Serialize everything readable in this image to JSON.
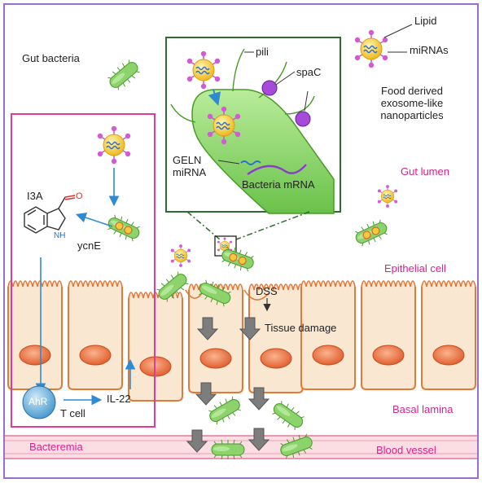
{
  "labels": {
    "gut_bacteria": "Gut bacteria",
    "pili": "pili",
    "spac": "spaC",
    "lipid": "Lipid",
    "mirnas": "miRNAs",
    "food_derived_1": "Food derived",
    "food_derived_2": "exosome-like",
    "food_derived_3": "nanoparticles",
    "geln_1": "GELN",
    "geln_2": "miRNA",
    "bacteria_mrna": "Bacteria mRNA",
    "gut_lumen": "Gut lumen",
    "i3a": "I3A",
    "nh": "NH",
    "ycne": "ycnE",
    "epithelial_cell": "Epithelial cell",
    "dss": "DSS",
    "tissue_damage": "Tissue damage",
    "ahr": "AhR",
    "t_cell": "T cell",
    "il22": "IL-22",
    "basal_lamina": "Basal lamina",
    "bacteremia": "Bacteremia",
    "blood_vessel": "Blood vessel"
  },
  "colors": {
    "frame": "#9b6fc8",
    "pink_box": "#e03a9a",
    "pink_text": "#e0208a",
    "cell_fill": "#f9e7d2",
    "cell_edge": "#e07a3a",
    "nucleus": "#e8764a",
    "bacterium": "#8bd36a",
    "nanoparticle": "#f3c93a",
    "particle_dots": "#d35ad3",
    "arrow_blue": "#2f8ad0",
    "arrow_gray": "#7a7a7a",
    "blood_vessel": "#f6c9d3",
    "inset_border": "#2f6b2f"
  }
}
